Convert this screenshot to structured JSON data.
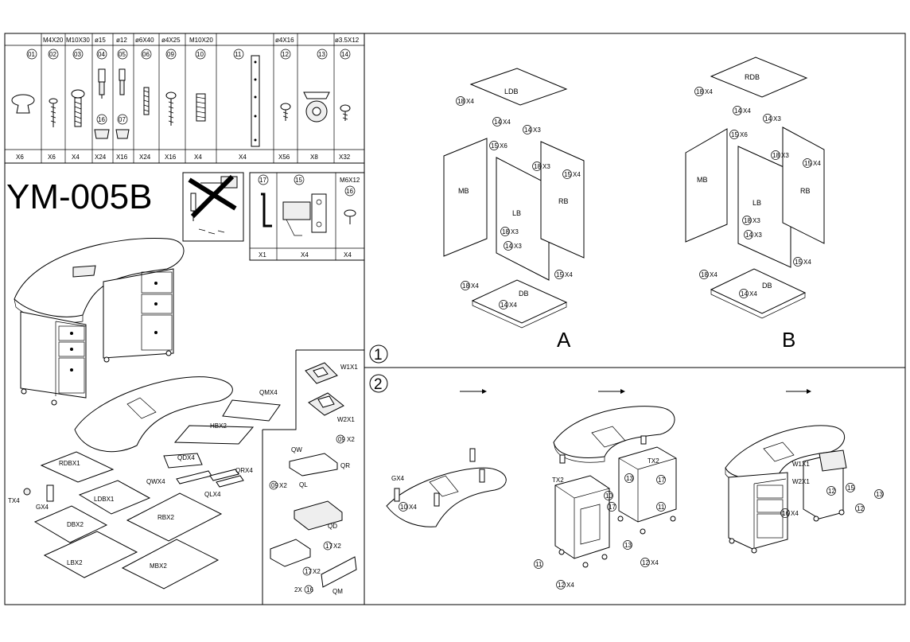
{
  "title": "YM-005B",
  "hardware_table": {
    "specs": [
      "M4X20",
      "M10X30",
      "ø15",
      "ø12",
      "ø6X40",
      "ø4X25",
      "M10X20",
      "ø4X16",
      "ø3.5X12"
    ],
    "part_numbers": [
      "01",
      "02",
      "03",
      "04",
      "05",
      "06",
      "09",
      "10",
      "11",
      "12",
      "13",
      "14"
    ],
    "sub_numbers": [
      "16",
      "07"
    ],
    "quantities": [
      "X6",
      "X6",
      "X4",
      "X24",
      "X16",
      "X24",
      "X16",
      "X4",
      "X4",
      "X56",
      "X8",
      "X32"
    ]
  },
  "tools_box": {
    "numbers": [
      "17",
      "15",
      "16"
    ],
    "spec": "M6X12",
    "quantities": [
      "X1",
      "X4",
      "X4"
    ]
  },
  "parts_list": {
    "labels": [
      "QMX4",
      "HBX2",
      "QDX4",
      "QWX4",
      "QRX4",
      "QLX4",
      "RDBX1",
      "LDBX1",
      "TX4",
      "GX4",
      "DBX2",
      "RBX2",
      "LBX2",
      "MBX2"
    ]
  },
  "handle_box": {
    "labels": [
      "W1X1",
      "W2X1"
    ]
  },
  "drawer_box": {
    "labels": [
      "QW",
      "QR",
      "QL",
      "QD",
      "QM"
    ],
    "callouts": [
      "X2",
      "X2",
      "X2",
      "X2",
      "2X"
    ],
    "numbers": [
      "09",
      "09",
      "17",
      "17",
      "16"
    ]
  },
  "step1": {
    "number": "1",
    "A": {
      "letter": "A",
      "panels": [
        "LDB",
        "MB",
        "LB",
        "RB",
        "DB"
      ],
      "callouts": [
        [
          "18",
          "X4"
        ],
        [
          "14",
          "X4"
        ],
        [
          "14",
          "X3"
        ],
        [
          "15",
          "X6"
        ],
        [
          "18",
          "X3"
        ],
        [
          "15",
          "X4"
        ],
        [
          "18",
          "X3"
        ],
        [
          "14",
          "X3"
        ],
        [
          "15",
          "X4"
        ],
        [
          "18",
          "X4"
        ],
        [
          "14",
          "X4"
        ]
      ]
    },
    "B": {
      "letter": "B",
      "panels": [
        "RDB",
        "MB",
        "LB",
        "RB",
        "DB"
      ],
      "callouts": [
        [
          "18",
          "X4"
        ],
        [
          "14",
          "X4"
        ],
        [
          "14",
          "X3"
        ],
        [
          "15",
          "X6"
        ],
        [
          "18",
          "X3"
        ],
        [
          "15",
          "X4"
        ],
        [
          "18",
          "X3"
        ],
        [
          "14",
          "X3"
        ],
        [
          "15",
          "X4"
        ],
        [
          "18",
          "X4"
        ],
        [
          "14",
          "X4"
        ]
      ]
    }
  },
  "step2": {
    "number": "2",
    "left_callouts": [
      [
        "",
        "GX4"
      ],
      [
        "10",
        "X4"
      ]
    ],
    "mid_callouts": [
      [
        "",
        "TX2"
      ],
      [
        "",
        "TX2"
      ],
      [
        "10",
        ""
      ],
      [
        "17",
        ""
      ],
      [
        "17",
        ""
      ],
      [
        "13",
        ""
      ],
      [
        "13",
        ""
      ],
      [
        "11",
        ""
      ],
      [
        "12",
        "X4"
      ],
      [
        "12",
        "X4"
      ],
      [
        "11",
        ""
      ]
    ],
    "right_callouts": [
      [
        "",
        "W1X1"
      ],
      [
        "",
        "W2X1"
      ],
      [
        "16",
        "X4"
      ],
      [
        "12",
        ""
      ],
      [
        "15",
        ""
      ],
      [
        "13",
        ""
      ],
      [
        "12",
        ""
      ]
    ]
  }
}
